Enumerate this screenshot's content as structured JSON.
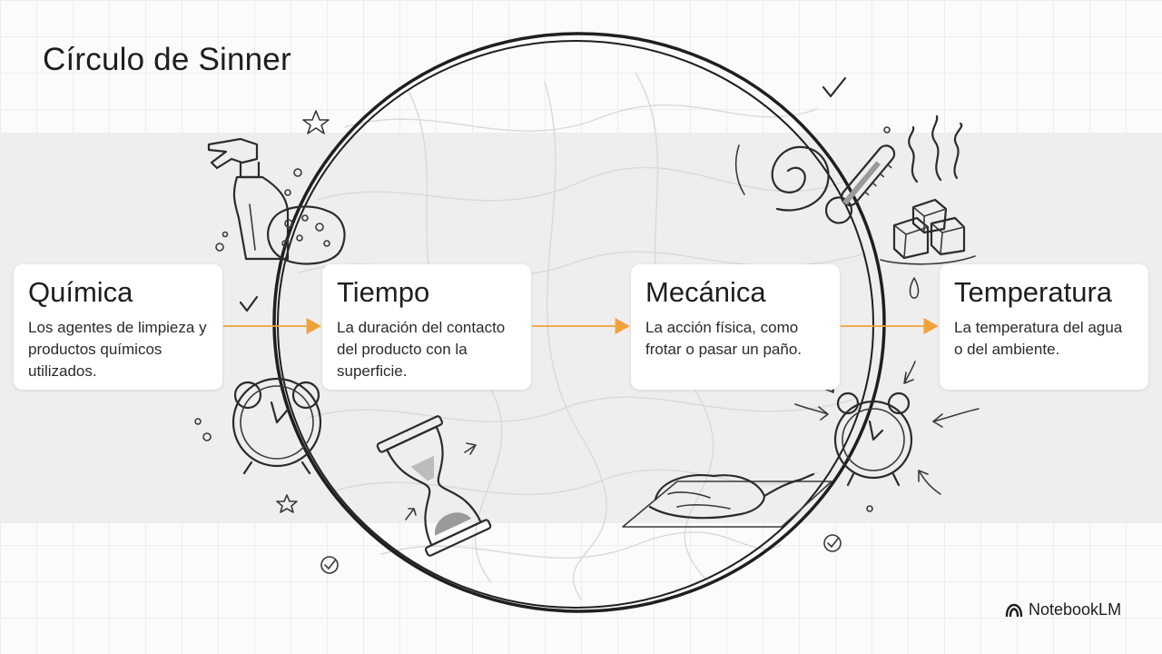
{
  "title": "Círculo de Sinner",
  "factors": [
    {
      "name": "Química",
      "description": "Los agentes de limpieza y productos químicos utilizados."
    },
    {
      "name": "Tiempo",
      "description": "La duración del contacto del producto con la superficie."
    },
    {
      "name": "Mecánica",
      "description": "La acción física, como frotar o pasar un paño."
    },
    {
      "name": "Temperatura",
      "description": "La temperatura del agua o del ambiente."
    }
  ],
  "colors": {
    "arrow": "#f0a23a",
    "ring": "#1f1f1f",
    "band": "#eeeeee"
  },
  "icons": [
    "spray-bottle-icon",
    "sponge-icon",
    "alarm-clock-icon",
    "hourglass-icon",
    "cleaning-hand-icon",
    "thermometer-icon",
    "ice-cubes-icon",
    "steam-icon",
    "swirl-icon",
    "star-icon",
    "checkmark-icon",
    "droplet-icon"
  ],
  "brand": "NotebookLM"
}
